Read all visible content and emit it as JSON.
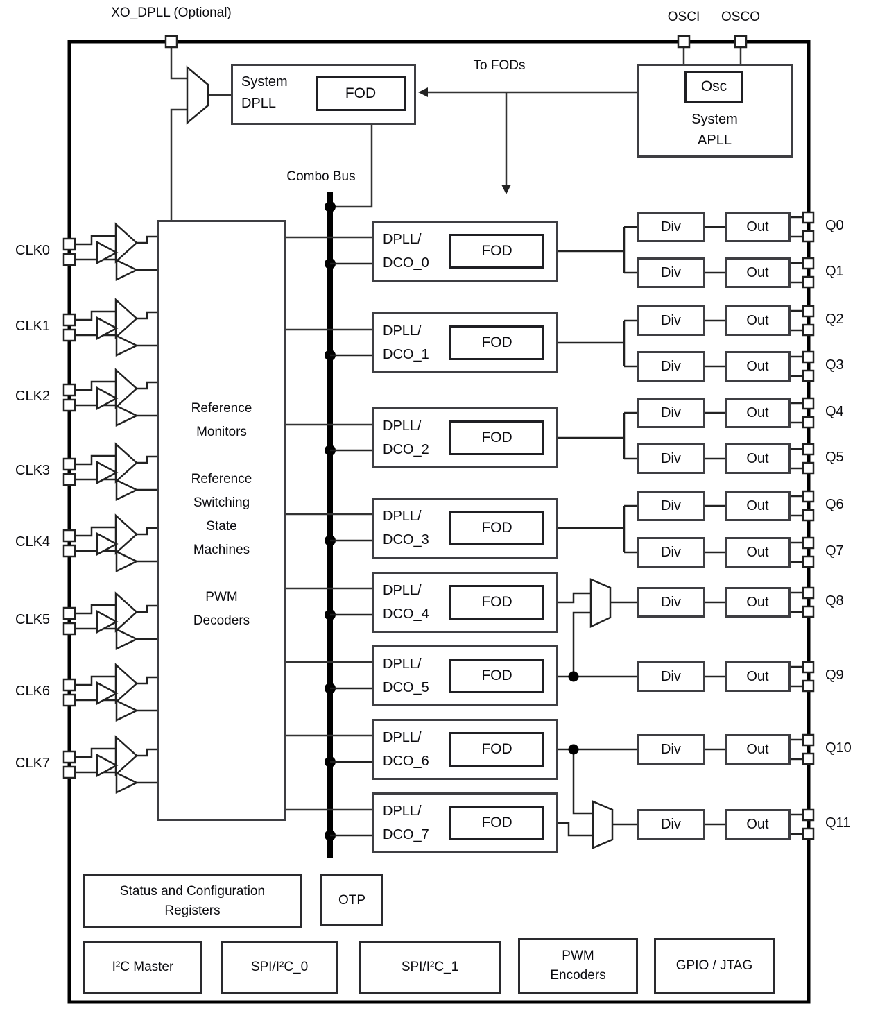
{
  "title_pins": {
    "xo": "XO_DPLL (Optional)",
    "osci": "OSCI",
    "osco": "OSCO"
  },
  "system_dpll": {
    "line1": "System",
    "line2": "DPLL",
    "fod_label": "FOD"
  },
  "to_fods_label": "To FODs",
  "system_apll": {
    "osc_label": "Osc",
    "line1": "System",
    "line2": "APLL"
  },
  "combo_bus_label": "Combo Bus",
  "clk_inputs": [
    {
      "label": "CLK0"
    },
    {
      "label": "CLK1"
    },
    {
      "label": "CLK2"
    },
    {
      "label": "CLK3"
    },
    {
      "label": "CLK4"
    },
    {
      "label": "CLK5"
    },
    {
      "label": "CLK6"
    },
    {
      "label": "CLK7"
    }
  ],
  "reference_block": {
    "lines": [
      "Reference",
      "Monitors",
      "",
      "Reference",
      "Switching",
      "State",
      "Machines",
      "",
      "PWM",
      "Decoders"
    ]
  },
  "dpll_blocks": [
    {
      "line1": "DPLL/",
      "line2": "DCO_0",
      "fod_label": "FOD"
    },
    {
      "line1": "DPLL/",
      "line2": "DCO_1",
      "fod_label": "FOD"
    },
    {
      "line1": "DPLL/",
      "line2": "DCO_2",
      "fod_label": "FOD"
    },
    {
      "line1": "DPLL/",
      "line2": "DCO_3",
      "fod_label": "FOD"
    },
    {
      "line1": "DPLL/",
      "line2": "DCO_4",
      "fod_label": "FOD"
    },
    {
      "line1": "DPLL/",
      "line2": "DCO_5",
      "fod_label": "FOD"
    },
    {
      "line1": "DPLL/",
      "line2": "DCO_6",
      "fod_label": "FOD"
    },
    {
      "line1": "DPLL/",
      "line2": "DCO_7",
      "fod_label": "FOD"
    }
  ],
  "output_paths": [
    {
      "div_label": "Div",
      "out_label": "Out",
      "q_label": "Q0"
    },
    {
      "div_label": "Div",
      "out_label": "Out",
      "q_label": "Q1"
    },
    {
      "div_label": "Div",
      "out_label": "Out",
      "q_label": "Q2"
    },
    {
      "div_label": "Div",
      "out_label": "Out",
      "q_label": "Q3"
    },
    {
      "div_label": "Div",
      "out_label": "Out",
      "q_label": "Q4"
    },
    {
      "div_label": "Div",
      "out_label": "Out",
      "q_label": "Q5"
    },
    {
      "div_label": "Div",
      "out_label": "Out",
      "q_label": "Q6"
    },
    {
      "div_label": "Div",
      "out_label": "Out",
      "q_label": "Q7"
    },
    {
      "div_label": "Div",
      "out_label": "Out",
      "q_label": "Q8"
    },
    {
      "div_label": "Div",
      "out_label": "Out",
      "q_label": "Q9"
    },
    {
      "div_label": "Div",
      "out_label": "Out",
      "q_label": "Q10"
    },
    {
      "div_label": "Div",
      "out_label": "Out",
      "q_label": "Q11"
    }
  ],
  "bottom_blocks": {
    "status": {
      "line1": "Status and Configuration",
      "line2": "Registers"
    },
    "otp_label": "OTP",
    "i2c_master_label": "I²C Master",
    "spi_i2c_0_label": "SPI/I²C_0",
    "spi_i2c_1_label": "SPI/I²C_1",
    "pwm": {
      "line1": "PWM",
      "line2": "Encoders"
    },
    "gpio_jtag_label": "GPIO / JTAG"
  },
  "colors": {
    "wire": "#333333",
    "thick": "#000000",
    "block_border": "#3e3e42",
    "text": "#0b0b0f",
    "background": "#ffffff"
  }
}
